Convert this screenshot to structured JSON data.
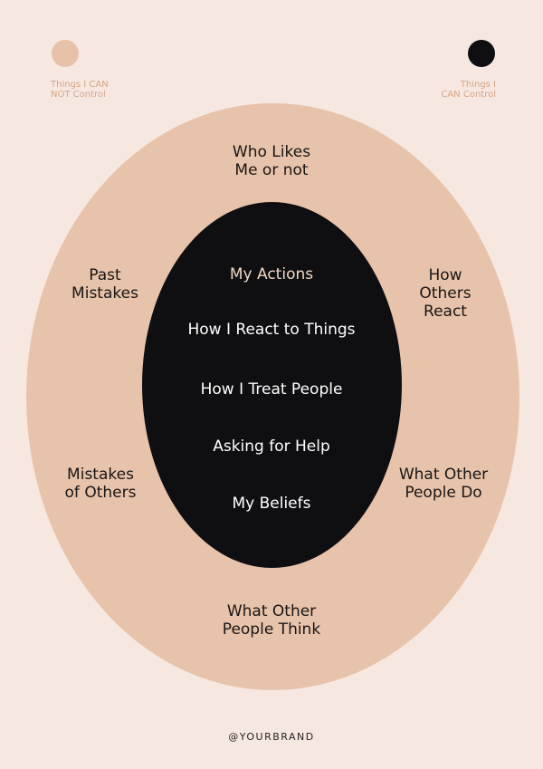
{
  "legend": {
    "cannot_control": "Things I CAN\nNOT Control",
    "can_control": "Things I\nCAN Control"
  },
  "outer_items": {
    "top": "Who Likes\nMe or not",
    "upper_left": "Past\nMistakes",
    "upper_right": "How\nOthers\nReact",
    "lower_left": "Mistakes\nof Others",
    "lower_right": "What Other\nPeople Do",
    "bottom": "What Other\nPeople Think"
  },
  "inner_items": [
    "My Actions",
    "How I React to Things",
    "How I Treat People",
    "Asking for Help",
    "My Beliefs"
  ],
  "footer": "@YOURBRAND",
  "colors": {
    "background": "#f6e8e1",
    "outer_oval": "#e8c3ab",
    "inner_oval": "#0f0f12",
    "accent_text": "#f2d6c2"
  }
}
